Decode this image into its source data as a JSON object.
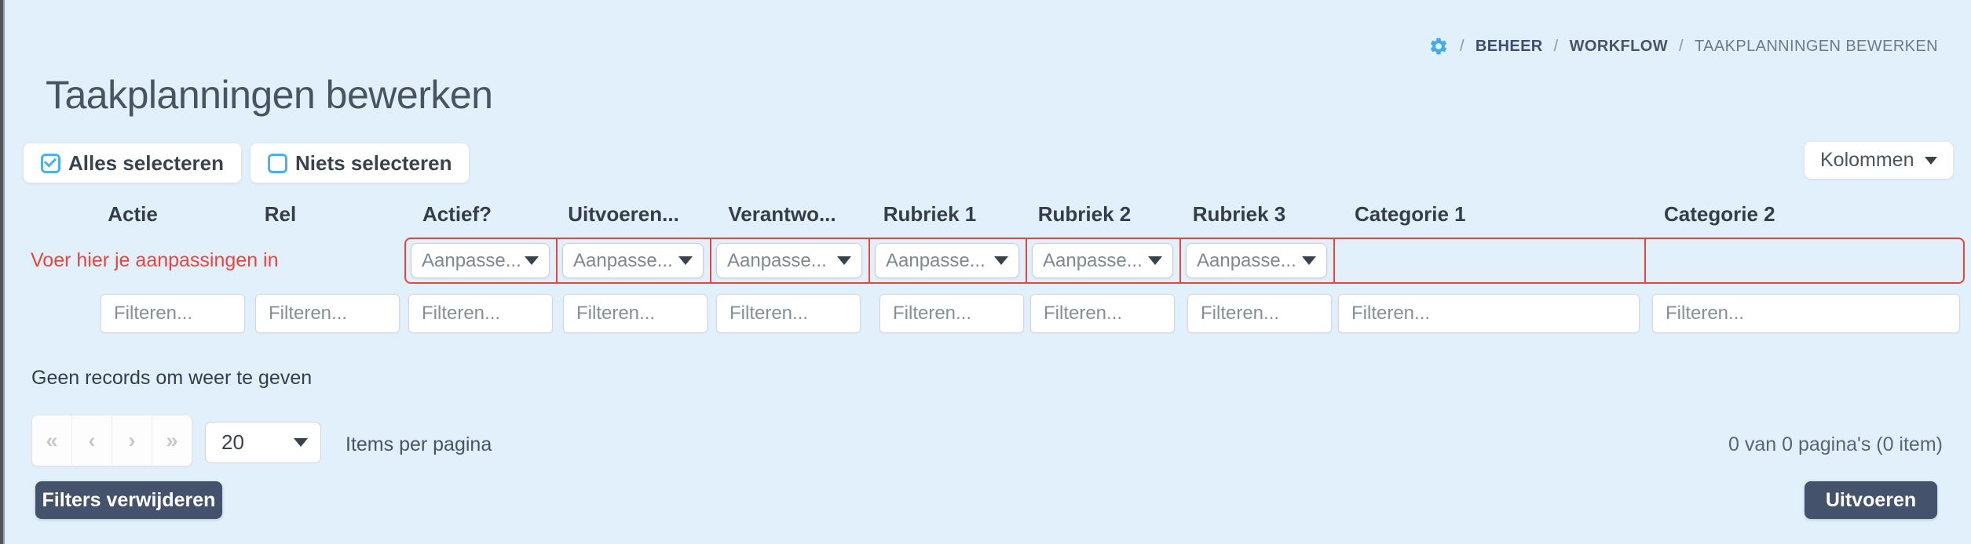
{
  "breadcrumb": {
    "separator": "/",
    "items": [
      "BEHEER",
      "WORKFLOW",
      "TAAKPLANNINGEN BEWERKEN"
    ]
  },
  "page": {
    "title": "Taakplanningen bewerken"
  },
  "toolbar": {
    "select_all_label": "Alles selecteren",
    "select_none_label": "Niets selecteren",
    "columns_label": "Kolommen"
  },
  "table": {
    "headers": [
      "Actie",
      "Rel",
      "Actief?",
      "Uitvoeren...",
      "Verantwo...",
      "Rubriek 1",
      "Rubriek 2",
      "Rubriek 3",
      "Categorie 1",
      "Categorie 2"
    ],
    "adjust_hint": "Voer hier je aanpassingen in",
    "adjust_dropdown_placeholder": "Aanpasse...",
    "filter_placeholder": "Filteren...",
    "empty_message": "Geen records om weer te geven"
  },
  "pagination": {
    "first": "«",
    "previous": "‹",
    "next": "›",
    "last": "»",
    "page_size": "20",
    "items_per_page_label": "Items per pagina",
    "summary": "0 van 0 pagina's (0 item)"
  },
  "actions": {
    "clear_filters_label": "Filters verwijderen",
    "execute_label": "Uitvoeren"
  },
  "colors": {
    "background": "#e1f0fb",
    "accent_blue": "#45abe8",
    "alert_red": "#e8463d",
    "button_navy": "#45526b"
  }
}
